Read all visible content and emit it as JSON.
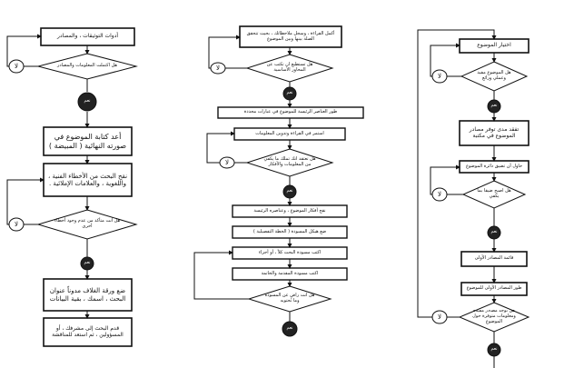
{
  "flowchart": {
    "left": {
      "proc1": "أدوات التوثيقات ، والمصادر",
      "dec1": "هل اكتملت المعلومات والمصادر",
      "proc2": "أعد كتابة الموضوع في صورته النهائية ( المبيضة )",
      "proc3": "نقح البحث من الأخطاء الفنية ، واللغوية ، والعلامات الإملائية .",
      "dec2": "هل أنت متأكد من عدم وجود أخطاء أخرى",
      "proc4": "ضع ورقة الغلاف مدوناً عنوان البحث ، اسمك ، بقية البيانات",
      "proc5": "قدم البحث إلى مشرفك ، أو المسؤولين ، ثم استعد للمناقشة",
      "yes": "نعم",
      "no": "لا"
    },
    "middle": {
      "proc1": "أكمل القراءة ، وسجل ملاحظاتك ، بحيث تتحقق الصلة بينها وبين الموضوع",
      "dec1": "هل تستطيع أن تكتب عن المحاور الأساسية",
      "proc2": "طور العناصر الرئيسة للموضوع في عبارات محددة",
      "proc3": "استمر في القراءة وتدوين المعلومات",
      "dec2": "هل تعتقد أنك تملك ما يكفي من المعلومات والأفكار",
      "proc4": "نقح أفكار الموضوع ، وعناصره الرئيسة",
      "proc5": "ضع هيكل المسودة ( الخطة التفصيلية )",
      "proc6": "اكتب مسودة البحث كلاً ، أو أجزاء",
      "proc7": "اكتب مسودة المقدمة والخاتمة",
      "dec3": "هل أنت راضٍ عن المسودة وما تحتويه",
      "yes": "نعم",
      "no": "لا"
    },
    "right": {
      "proc1": "اختيار الموضوع",
      "dec1": "هل الموضوع مفيد وعملي ورائع",
      "proc2": "تفقد مدى توفر مصادر الموضوع في مكتبة",
      "proc3": "حاول أن تضيق دائرة الموضوع",
      "dec2": "هل أصبح ضيقاً بما يكفي",
      "proc4": "قائمة المصادر الأولى",
      "proc5": "طور المصادر الأولى للموضوع",
      "dec3": "هل توجد مصادر مفيدة ومعلومات متوفرة حول الموضوع",
      "yes": "نعم",
      "no": "لا"
    }
  }
}
